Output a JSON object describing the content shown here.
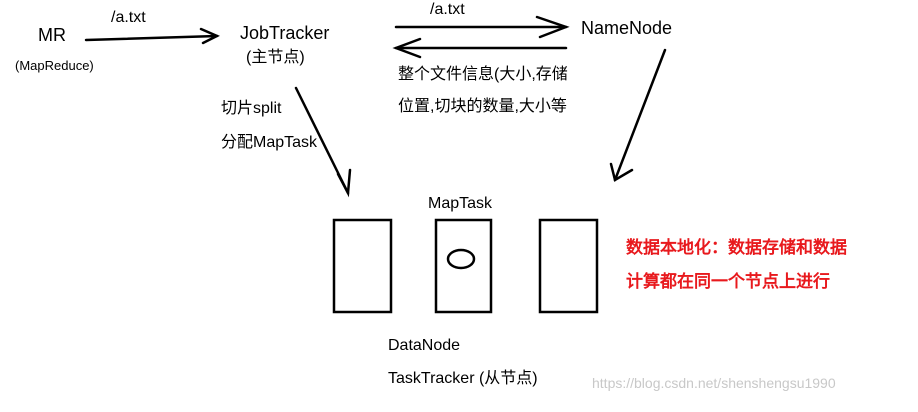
{
  "nodes": {
    "mr": {
      "label": "MR",
      "sublabel": "(MapReduce)"
    },
    "jobtracker": {
      "label": "JobTracker",
      "sublabel": "(主节点)"
    },
    "namenode": {
      "label": "NameNode"
    },
    "datanode": {
      "label": "DataNode",
      "sublabel": "TaskTracker (从节点)"
    },
    "maptask": {
      "label": "MapTask"
    }
  },
  "edges": {
    "mr_to_jobtracker": "/a.txt",
    "jobtracker_to_namenode": "/a.txt",
    "namenode_to_jobtracker": [
      "整个文件信息(大小,存储",
      "位置,切块的数量,大小等"
    ],
    "jobtracker_to_datanode": [
      "切片split",
      "分配MapTask"
    ]
  },
  "note": [
    "数据本地化：数据存储和数据",
    "计算都在同一个节点上进行"
  ],
  "watermark": "https://blog.csdn.net/shenshengsu1990",
  "colors": {
    "ink": "#000000",
    "note": "#e8191d",
    "watermark": "#c8c8c8"
  }
}
